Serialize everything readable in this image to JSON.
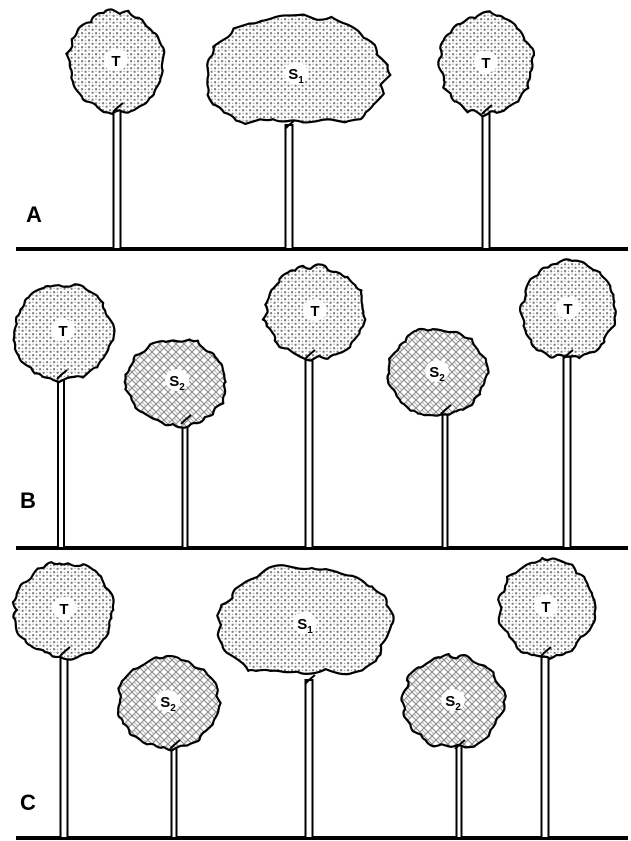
{
  "colors": {
    "outline": "#000000",
    "crown_fill": "#ffffff",
    "crown_dots": "#808080",
    "ground": "#000000"
  },
  "legend_keys": {
    "T": {
      "base": "T",
      "sub": ""
    },
    "S1": {
      "base": "S",
      "sub": "1"
    },
    "S2": {
      "base": "S",
      "sub": "2"
    }
  },
  "panels": [
    {
      "letter": "A",
      "trees": [
        {
          "kind": "T",
          "crown": "stippled"
        },
        {
          "kind": "S1",
          "crown": "stippled"
        },
        {
          "kind": "T",
          "crown": "stippled"
        }
      ]
    },
    {
      "letter": "B",
      "trees": [
        {
          "kind": "T",
          "crown": "stippled"
        },
        {
          "kind": "S2",
          "crown": "crosshatched"
        },
        {
          "kind": "T",
          "crown": "stippled"
        },
        {
          "kind": "S2",
          "crown": "crosshatched"
        },
        {
          "kind": "T",
          "crown": "stippled"
        }
      ]
    },
    {
      "letter": "C",
      "trees": [
        {
          "kind": "T",
          "crown": "stippled"
        },
        {
          "kind": "S2",
          "crown": "crosshatched"
        },
        {
          "kind": "S1",
          "crown": "stippled"
        },
        {
          "kind": "S2",
          "crown": "crosshatched"
        },
        {
          "kind": "T",
          "crown": "stippled"
        }
      ]
    }
  ]
}
